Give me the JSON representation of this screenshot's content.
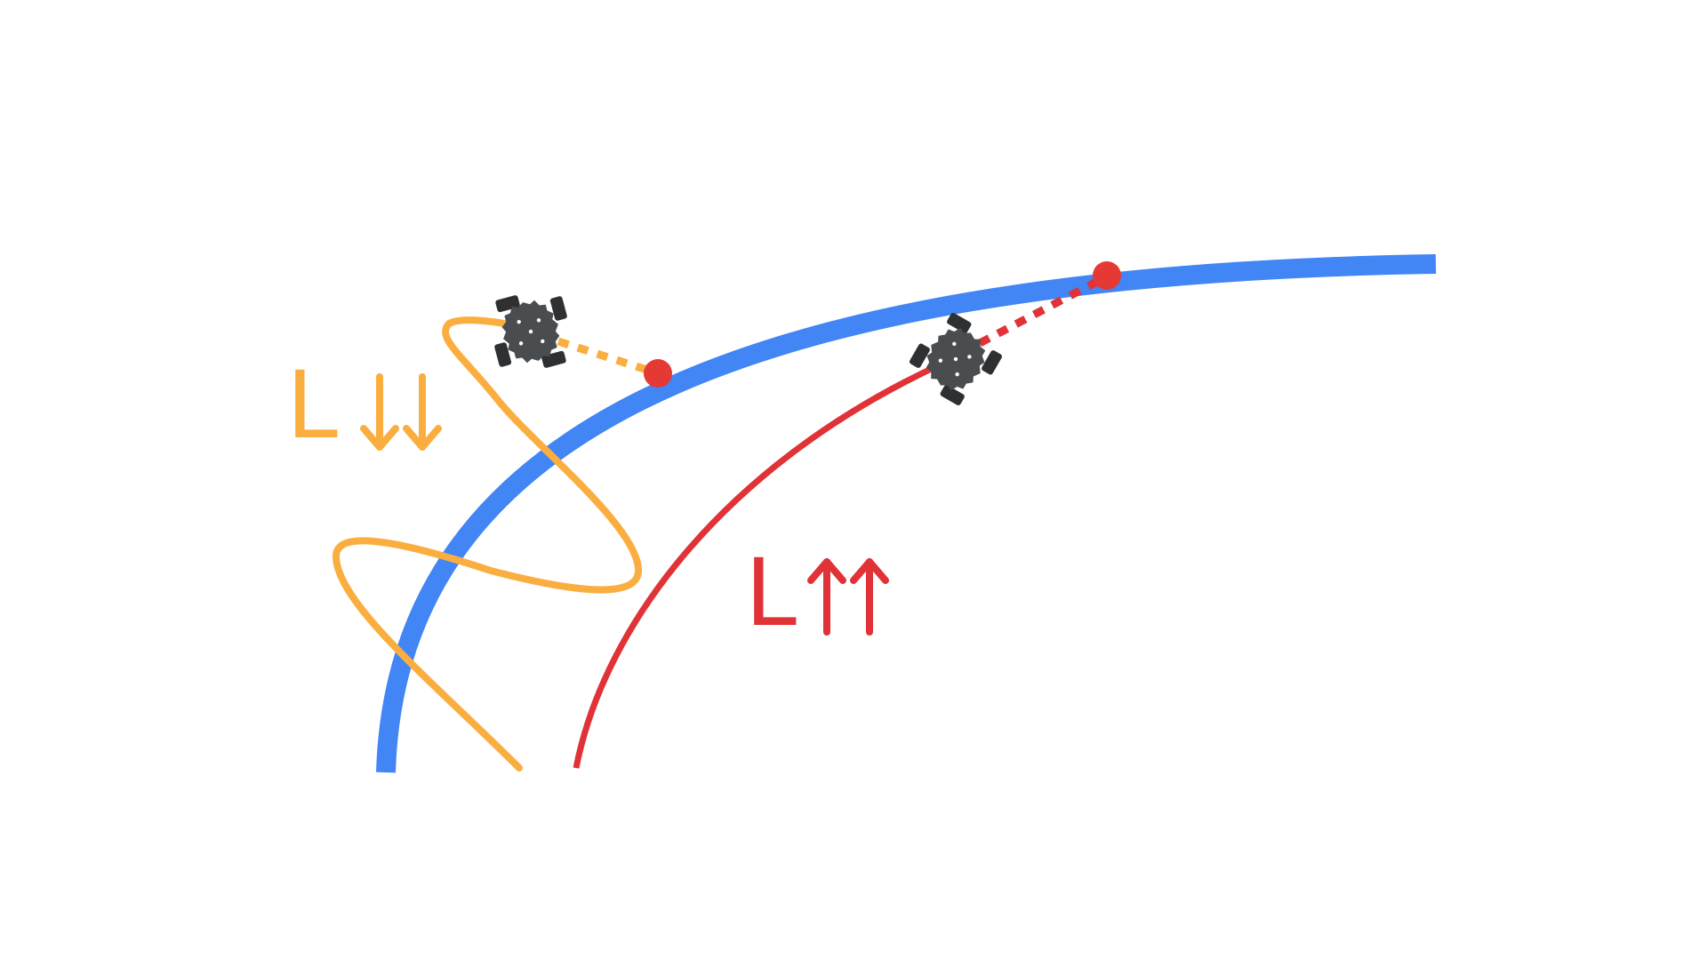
{
  "colors": {
    "background": "#ffffff",
    "reference_path": "#4285F4",
    "slow_trajectory": "#FBAE40",
    "fast_trajectory": "#E03237",
    "target_point": "#E53935",
    "robot_body": "#4a4d4f",
    "robot_wheel": "#2e3032",
    "robot_dot": "#ffffff"
  },
  "labels": {
    "slow": {
      "letter": "L",
      "arrows": "down-down",
      "color_key": "slow_trajectory"
    },
    "fast": {
      "letter": "L",
      "arrows": "up-up",
      "color_key": "fast_trajectory"
    }
  },
  "icons": {
    "robot": "omni-wheel-robot-icon",
    "arrow_down": "arrow-down-icon",
    "arrow_up": "arrow-up-icon",
    "target": "lookahead-point-icon"
  }
}
